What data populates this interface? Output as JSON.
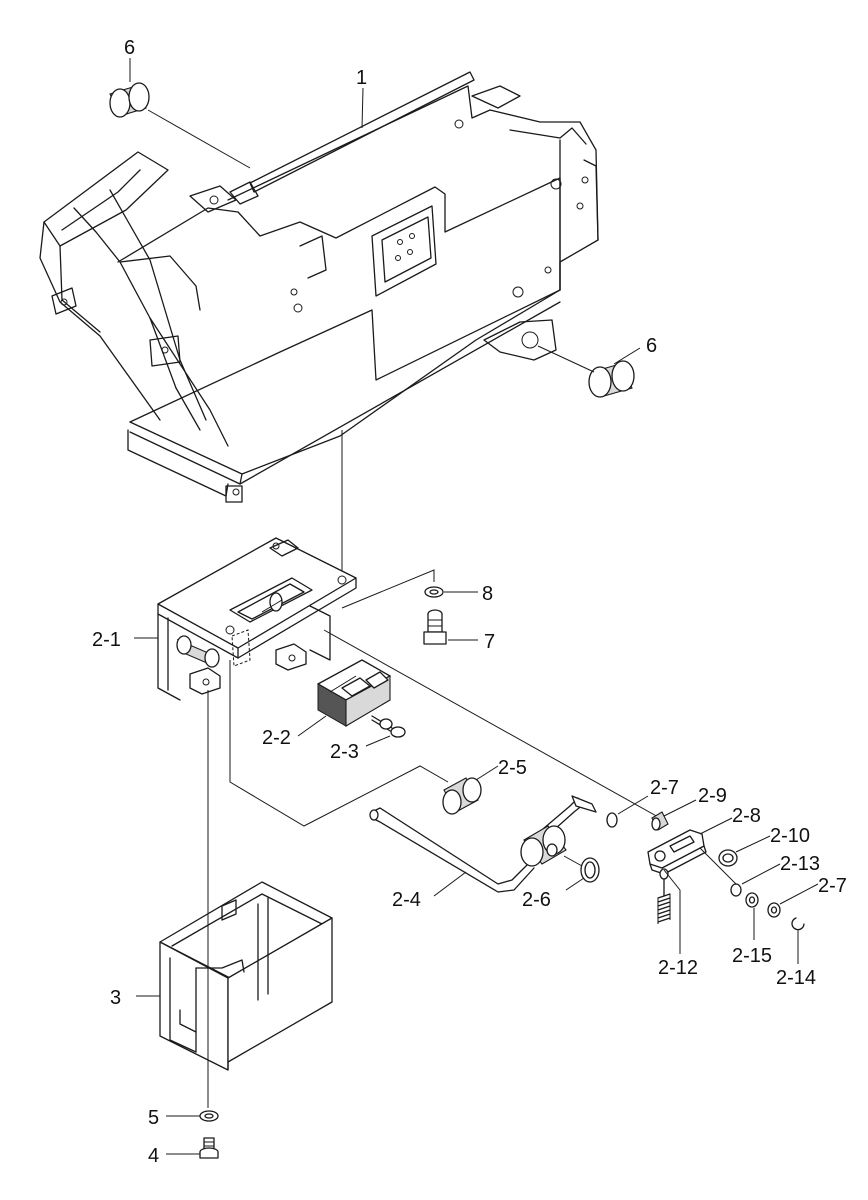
{
  "callouts": {
    "c1": "1",
    "c6a": "6",
    "c6b": "6",
    "c8": "8",
    "c7": "7",
    "c2_1": "2-1",
    "c2_2": "2-2",
    "c2_3": "2-3",
    "c2_5": "2-5",
    "c2_7a": "2-7",
    "c2_9": "2-9",
    "c2_8": "2-8",
    "c2_10": "2-10",
    "c2_13": "2-13",
    "c2_7b": "2-7",
    "c2_4": "2-4",
    "c2_6": "2-6",
    "c2_12": "2-12",
    "c2_15": "2-15",
    "c2_14": "2-14",
    "c3": "3",
    "c5": "5",
    "c4": "4"
  }
}
